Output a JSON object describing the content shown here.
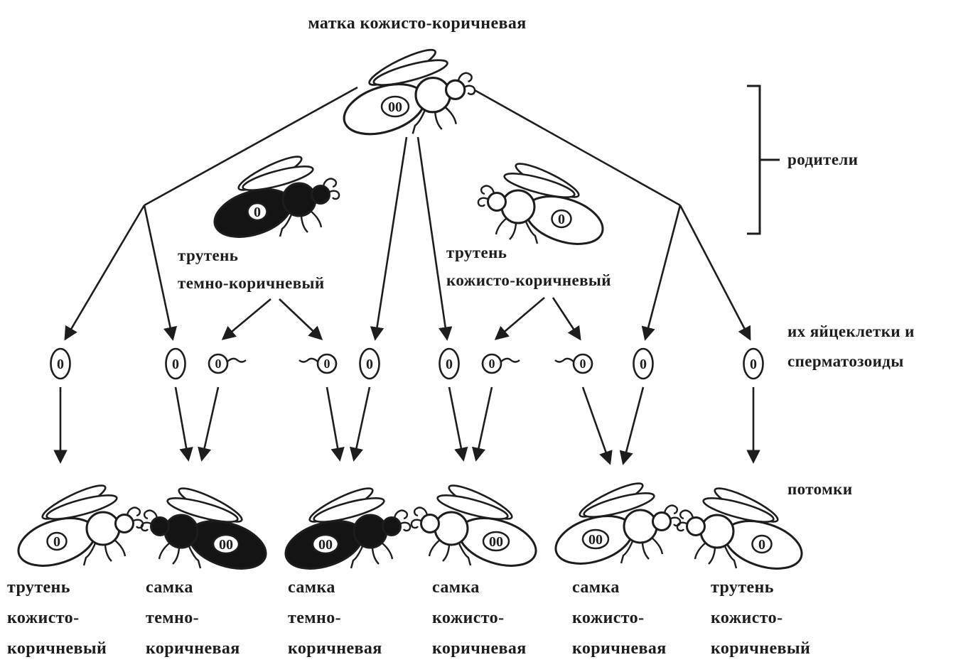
{
  "title": "матка кожисто-коричневая",
  "side_labels": {
    "parents": "родители",
    "gametes_line1": "их яйцеклетки и",
    "gametes_line2": "сперматозоиды",
    "offspring": "потомки"
  },
  "parents": {
    "queen": {
      "label": "матка кожисто-коричневая",
      "genotype": "00",
      "color": "light"
    },
    "drone_dark": {
      "label_line1": "трутень",
      "label_line2": "темно-коричневый",
      "genotype": "0",
      "color": "dark"
    },
    "drone_light": {
      "label_line1": "трутень",
      "label_line2": "кожисто-коричневый",
      "genotype": "0",
      "color": "light"
    }
  },
  "symbols": {
    "egg": "0",
    "sperm": "0"
  },
  "offspring": [
    {
      "line1": "трутень",
      "line2": "кожисто-",
      "line3": "коричневый",
      "genotype": "0",
      "color": "light"
    },
    {
      "line1": "самка",
      "line2": "темно-",
      "line3": "коричневая",
      "genotype": "00",
      "color": "dark"
    },
    {
      "line1": "самка",
      "line2": "темно-",
      "line3": "коричневая",
      "genotype": "00",
      "color": "dark"
    },
    {
      "line1": "самка",
      "line2": "кожисто-",
      "line3": "коричневая",
      "genotype": "00",
      "color": "light"
    },
    {
      "line1": "самка",
      "line2": "кожисто-",
      "line3": "коричневая",
      "genotype": "00",
      "color": "light"
    },
    {
      "line1": "трутень",
      "line2": "кожисто-",
      "line3": "коричневый",
      "genotype": "0",
      "color": "light"
    }
  ],
  "colors": {
    "ink": "#1d1d1d",
    "paper": "#ffffff",
    "dark_bee": "#141414"
  }
}
